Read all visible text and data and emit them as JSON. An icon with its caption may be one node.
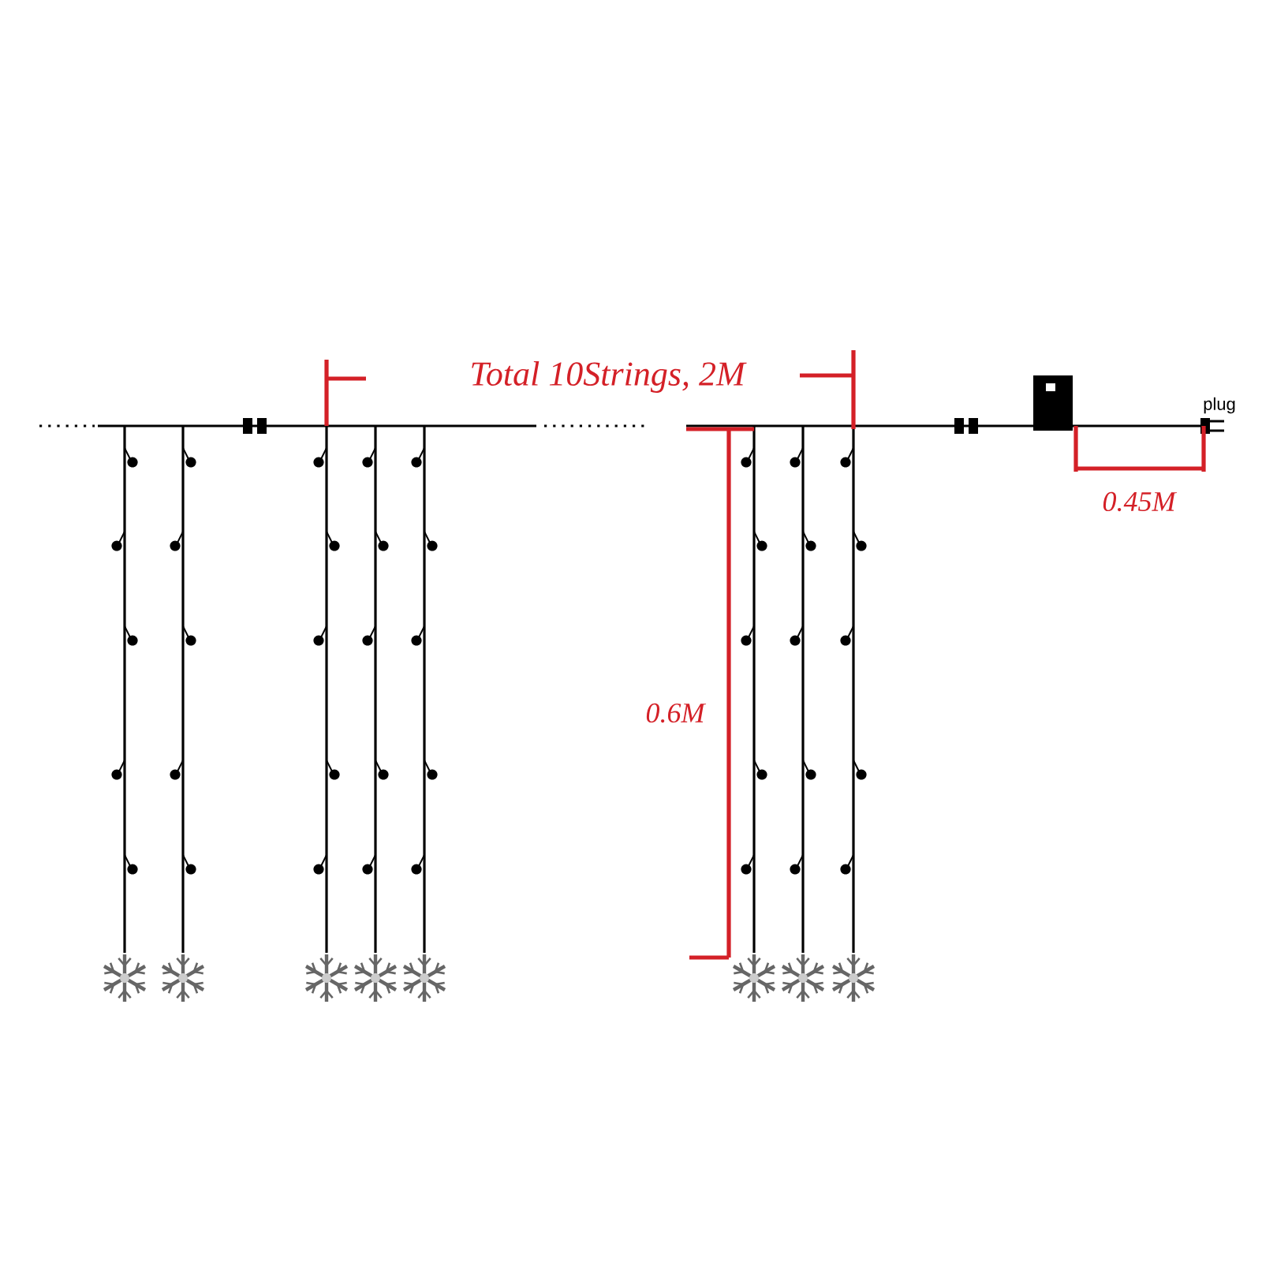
{
  "diagram": {
    "labels": [
      "Total 10Strings, 2M",
      "plug",
      "0.45M",
      "0.6M"
    ]
  }
}
